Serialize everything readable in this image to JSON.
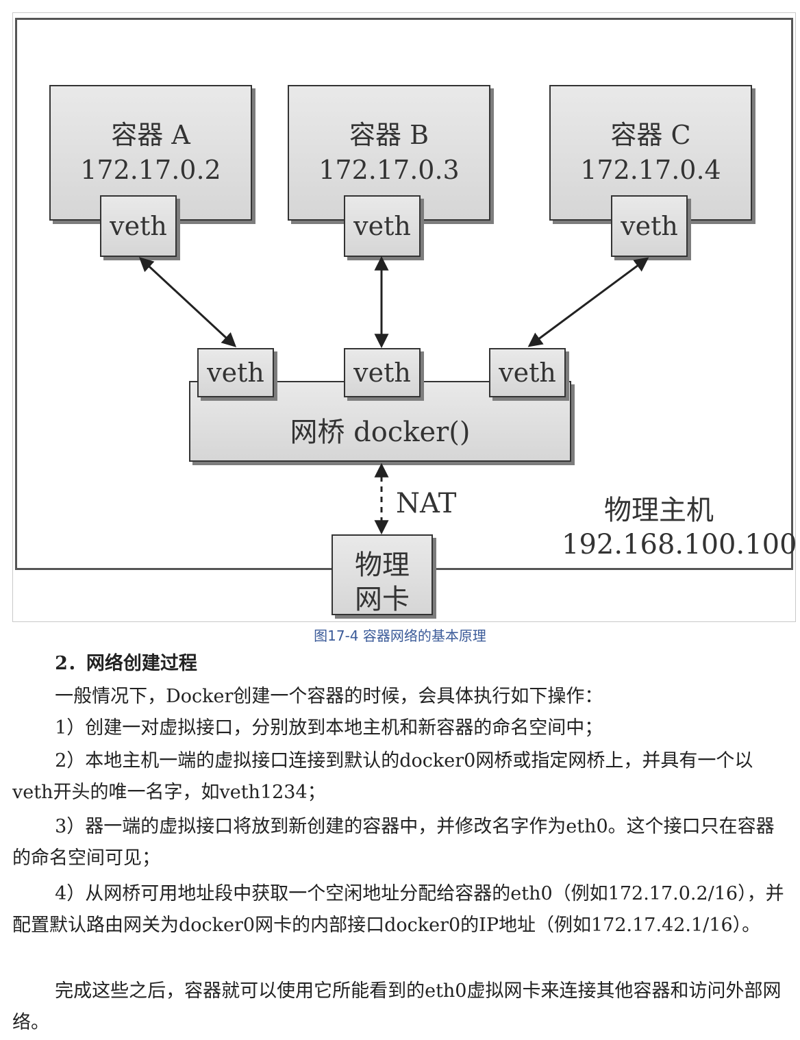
{
  "figure": {
    "containers": [
      {
        "name": "容器 A",
        "ip": "172.17.0.2",
        "veth": "veth"
      },
      {
        "name": "容器 B",
        "ip": "172.17.0.3",
        "veth": "veth"
      },
      {
        "name": "容器 C",
        "ip": "172.17.0.4",
        "veth": "veth"
      }
    ],
    "bridge_veths": [
      "veth",
      "veth",
      "veth"
    ],
    "bridge_label": "网桥 docker()",
    "nat_label": "NAT",
    "host_name": "物理主机",
    "host_ip": "192.168.100.100",
    "nic_line1": "物理",
    "nic_line2": "网卡"
  },
  "caption": "图17-4 容器网络的基本原理",
  "heading": "2．网络创建过程",
  "paragraphs": [
    "一般情况下，Docker创建一个容器的时候，会具体执行如下操作：",
    "1）创建一对虚拟接口，分别放到本地主机和新容器的命名空间中；",
    "2）本地主机一端的虚拟接口连接到默认的docker0网桥或指定网桥上，并具有一个以veth开头的唯一名字，如veth1234；",
    "3）器一端的虚拟接口将放到新创建的容器中，并修改名字作为eth0。这个接口只在容器的命名空间可见；",
    "4）从网桥可用地址段中获取一个空闲地址分配给容器的eth0（例如172.17.0.2/16），并配置默认路由网关为docker0网卡的内部接口docker0的IP地址（例如172.17.42.1/16）。",
    "完成这些之后，容器就可以使用它所能看到的eth0虚拟网卡来连接其他容器和访问外部网络。"
  ]
}
